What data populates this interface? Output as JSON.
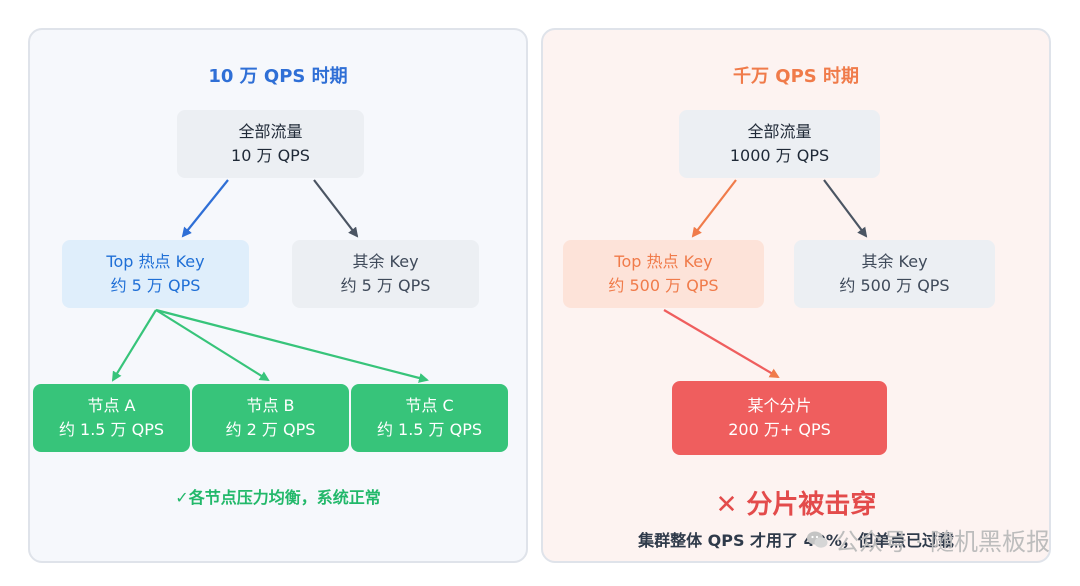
{
  "left": {
    "title": "10 万 QPS 时期",
    "total": {
      "line1": "全部流量",
      "line2": "10 万 QPS"
    },
    "hot": {
      "line1": "Top 热点 Key",
      "line2": "约 5 万 QPS"
    },
    "other": {
      "line1": "其余 Key",
      "line2": "约 5 万 QPS"
    },
    "nodes": [
      {
        "line1": "节点 A",
        "line2": "约 1.5 万 QPS"
      },
      {
        "line1": "节点 B",
        "line2": "约 2 万 QPS"
      },
      {
        "line1": "节点 C",
        "line2": "约 1.5 万 QPS"
      }
    ],
    "note": "✓各节点压力均衡，系统正常"
  },
  "right": {
    "title": "千万 QPS 时期",
    "total": {
      "line1": "全部流量",
      "line2": "1000 万 QPS"
    },
    "hot": {
      "line1": "Top 热点 Key",
      "line2": "约 500 万 QPS"
    },
    "other": {
      "line1": "其余 Key",
      "line2": "约 500 万 QPS"
    },
    "shard": {
      "line1": "某个分片",
      "line2": "200 万+ QPS"
    },
    "verdict": "✕ 分片被击穿",
    "verdict_sub": "集群整体 QPS 才用了 40%，但单点已过载"
  },
  "watermark": {
    "text": "公众号 · 随机黑板报",
    "icon": "wechat-icon"
  },
  "colors": {
    "left_title": "#2f6fd6",
    "right_title": "#f07b4a",
    "blue_arrow": "#2f6fd6",
    "gray_arrow": "#4b5563",
    "green_arrow": "#37c47a",
    "orange_arrow": "#f07b4a"
  }
}
